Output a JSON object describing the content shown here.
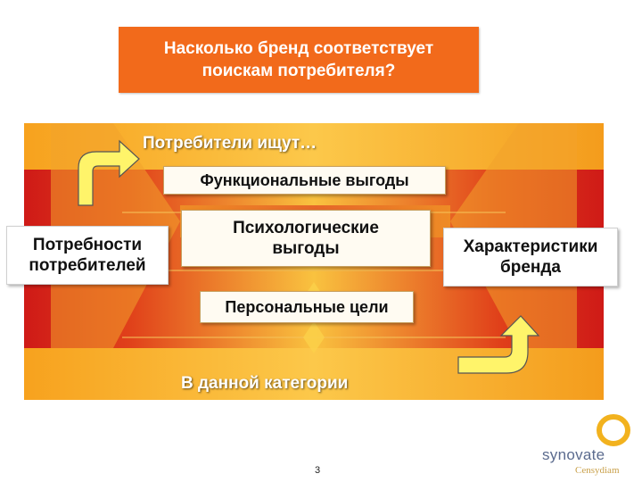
{
  "header": {
    "title": "Насколько бренд соответствует\nпоискам потребителя?"
  },
  "diagram": {
    "top_label": "Потребители ищут…",
    "functional": "Функциональные выгоды",
    "psychological": "Психологические\nвыгоды",
    "personal": "Персональные цели",
    "bottom_label": "В данной категории",
    "left_box": "Потребности\nпотребителей",
    "right_box": "Характеристики\nбренда"
  },
  "footer": {
    "page_number": "3",
    "logo_name": "synovate",
    "logo_sub": "Censydiam"
  },
  "colors": {
    "title_bg": "#f26a1b",
    "band_orange": "#f7a21e",
    "band_red": "#d8221c",
    "arrow_yellow": "#fff46a"
  }
}
